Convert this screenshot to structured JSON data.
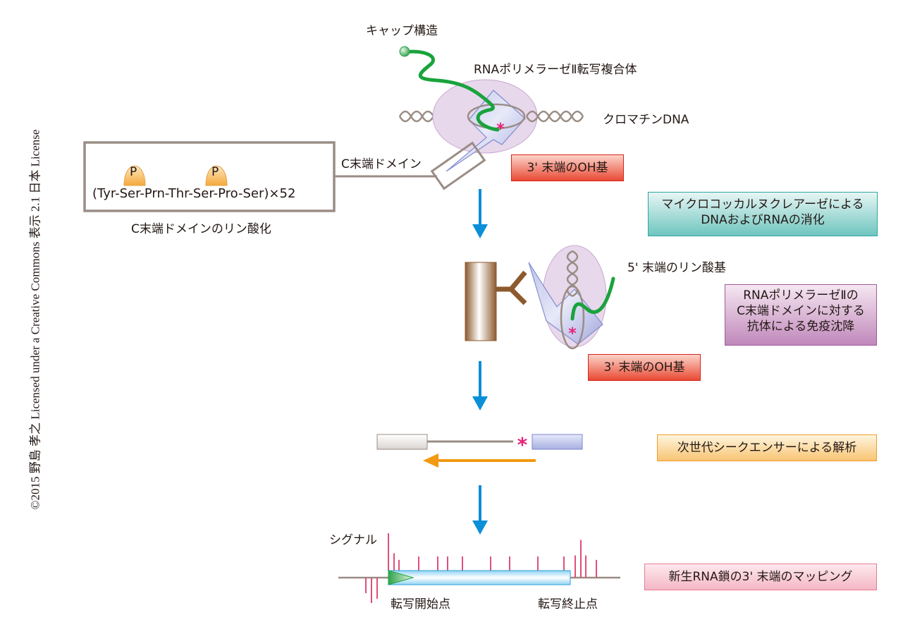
{
  "copyright": "©2015 野島 孝之 Licensed under a Creative Commons 表示 2.1 日本 License",
  "step1": {
    "cap_label": "キャップ構造",
    "complex_label": "RNAポリメラーゼⅡ転写複合体",
    "chromatin_label": "クロマチンDNA",
    "ctd_label": "C末端ドメイン",
    "oh_label": "3' 末端のOH基",
    "ctd_box": {
      "phospho_marks": [
        "P",
        "P"
      ],
      "sequence": "(Tyr-Ser-Prn-Thr-Ser-Pro-Ser)×52",
      "caption": "C末端ドメインのリン酸化"
    }
  },
  "steps": {
    "digestion": [
      "マイクロコッカルヌクレアーゼによる",
      "DNAおよびRNAの消化"
    ],
    "ip": [
      "RNAポリメラーゼⅡの",
      "C末端ドメインに対する",
      "抗体による免疫沈降"
    ],
    "sequencing": "次世代シークエンサーによる解析",
    "mapping": "新生RNA鎖の3' 末端のマッピング"
  },
  "step2": {
    "phosphate_label": "5' 末端のリン酸基",
    "oh_label": "3' 末端のOH基"
  },
  "step4": {
    "signal_label": "シグナル",
    "tss_label": "転写開始点",
    "tes_label": "転写終止点",
    "signal_peaks_relative": {
      "upstream_antisense": [
        0.55,
        0.9,
        0.75
      ],
      "tss_region": [
        1.0,
        0.55,
        0.4
      ],
      "gene_body": [
        0.4,
        0.4,
        0.4,
        0.4,
        0.4,
        0.4,
        0.4,
        0.4
      ],
      "downstream": [
        0.5,
        0.85,
        0.5,
        0.4
      ]
    }
  },
  "colors": {
    "arrow_blue": "#0a8fd8",
    "rna_green": "#1aa33c",
    "asterisk_pink": "#e5247a",
    "dna_gray": "#9a8d85",
    "signal_pink": "#e0507a",
    "seq_arrow_orange": "#f29a12"
  }
}
